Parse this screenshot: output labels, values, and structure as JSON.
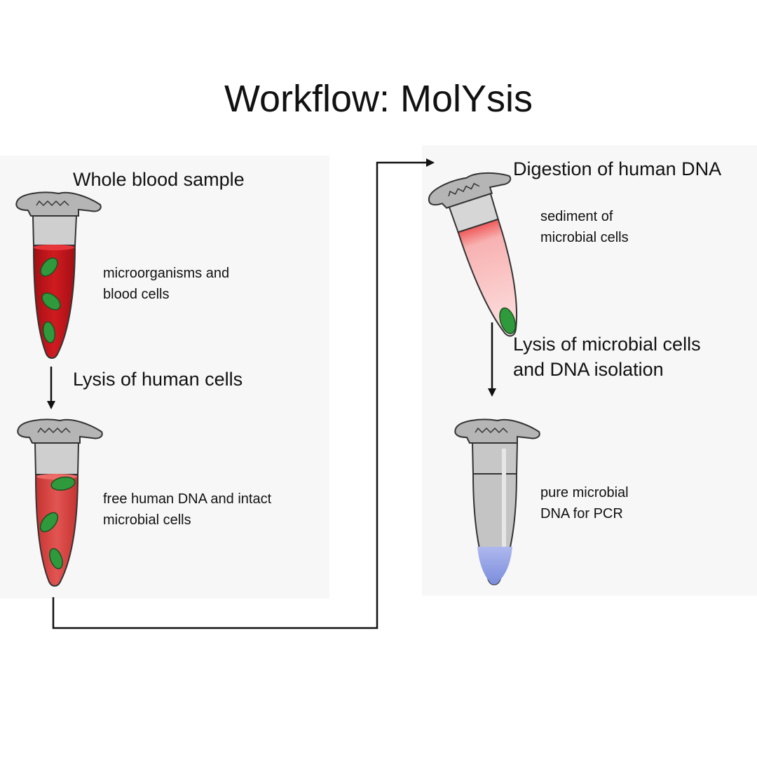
{
  "title": "Workflow: MolYsis",
  "steps": [
    {
      "heading": "Whole blood sample",
      "description": "microorganisms and\nblood cells",
      "tube_state": "whole-blood",
      "liquid_color": "#c4161c"
    },
    {
      "heading": "Lysis of human cells",
      "description": "free human DNA and intact\nmicrobial cells",
      "tube_state": "lysed-blood",
      "liquid_color": "#d9423f"
    },
    {
      "heading": "Digestion of human DNA",
      "description": "sediment of\nmicrobial cells",
      "tube_state": "sediment",
      "liquid_color": "#f4a9a8"
    },
    {
      "heading": "Lysis of microbial cells\nand DNA isolation",
      "description": "pure microbial\nDNA for PCR",
      "tube_state": "pure-dna",
      "liquid_color": "#8f9ee0"
    }
  ],
  "colors": {
    "microbe": "#2e9a3c",
    "tube_body": "#c9c9c9",
    "tube_cap": "#a9a9a9",
    "arrow": "#111111"
  }
}
